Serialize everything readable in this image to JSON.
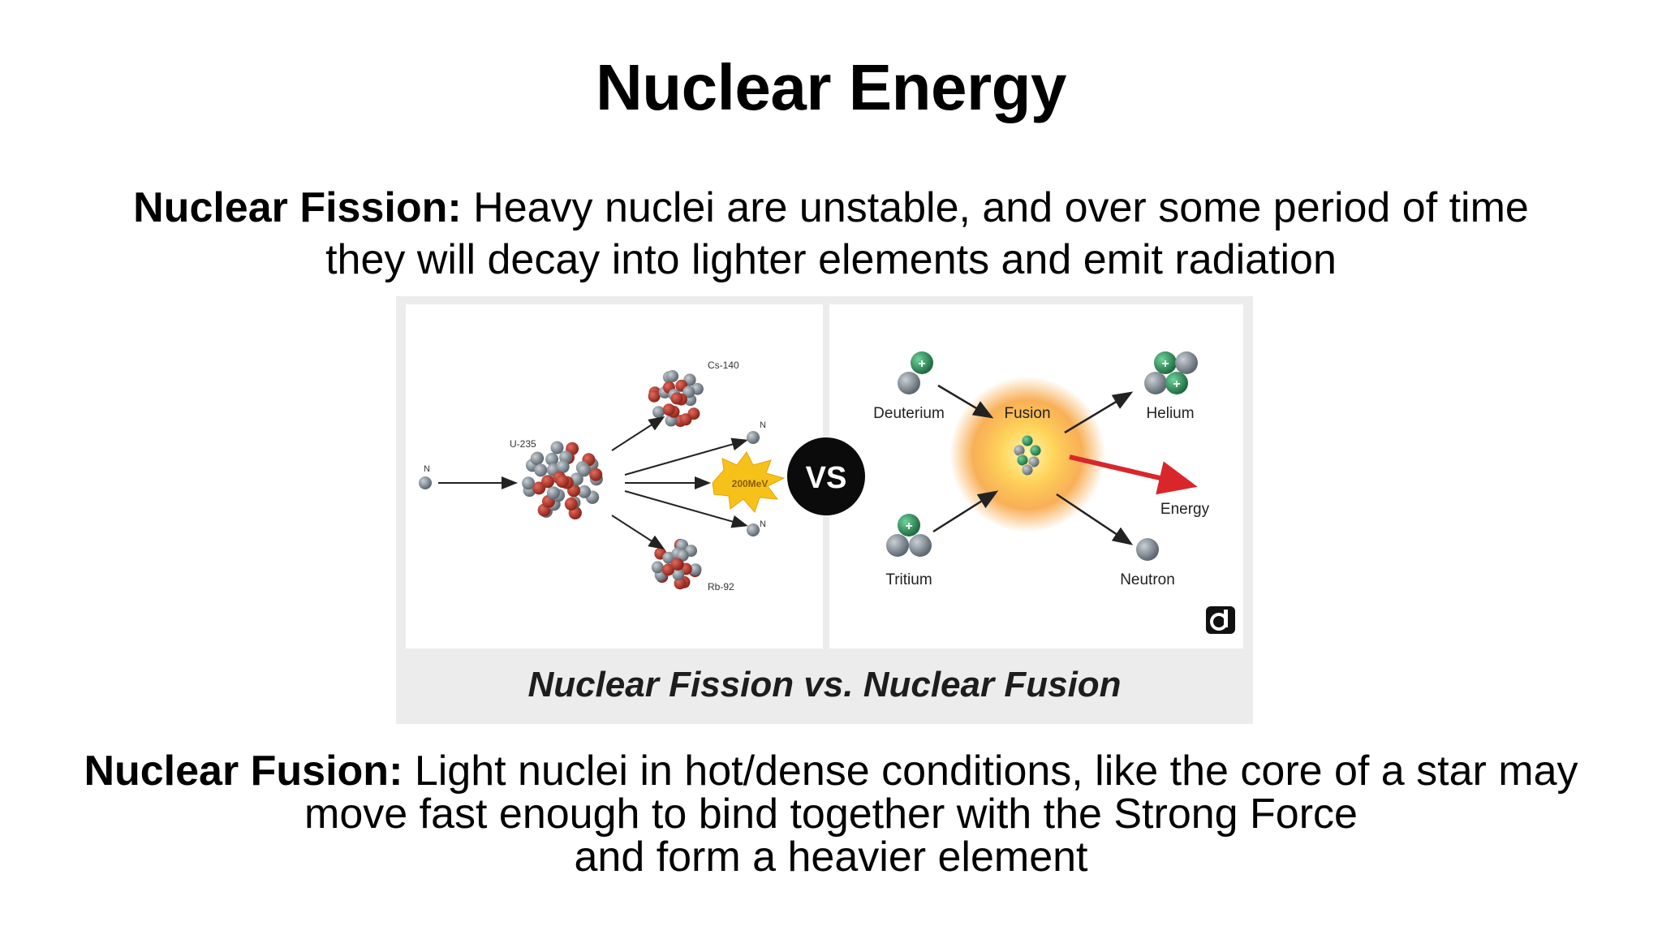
{
  "title": "Nuclear Energy",
  "fission": {
    "term": "Nuclear Fission:",
    "line1_rest": " Heavy nuclei are unstable, and over some period of time",
    "line2": "they will decay into lighter elements and emit radiation"
  },
  "fusion": {
    "term": "Nuclear Fusion:",
    "line1_rest": " Light nuclei in hot/dense conditions, like the core of a star may",
    "line2": "move fast enough to bind together with the Strong Force",
    "line3": "and form a heavier element"
  },
  "figure": {
    "caption": "Nuclear Fission vs. Nuclear Fusion",
    "vs_label": "VS",
    "fission_labels": {
      "neutron_in": "N",
      "u235": "U-235",
      "cs140": "Cs-140",
      "rb92": "Rb-92",
      "neutron_top": "N",
      "neutron_bottom": "N",
      "energy": "200MeV"
    },
    "fusion_labels": {
      "deuterium": "Deuterium",
      "tritium": "Tritium",
      "fusion": "Fusion",
      "helium": "Helium",
      "energy": "Energy",
      "neutron": "Neutron"
    },
    "colors": {
      "proton": "#2e8b57",
      "neutron": "#7f8a93",
      "fission_red": "#c0392b",
      "energy_arrow": "#d9262b",
      "glow": "#f7a23a",
      "starburst": "#f6c21a"
    }
  }
}
